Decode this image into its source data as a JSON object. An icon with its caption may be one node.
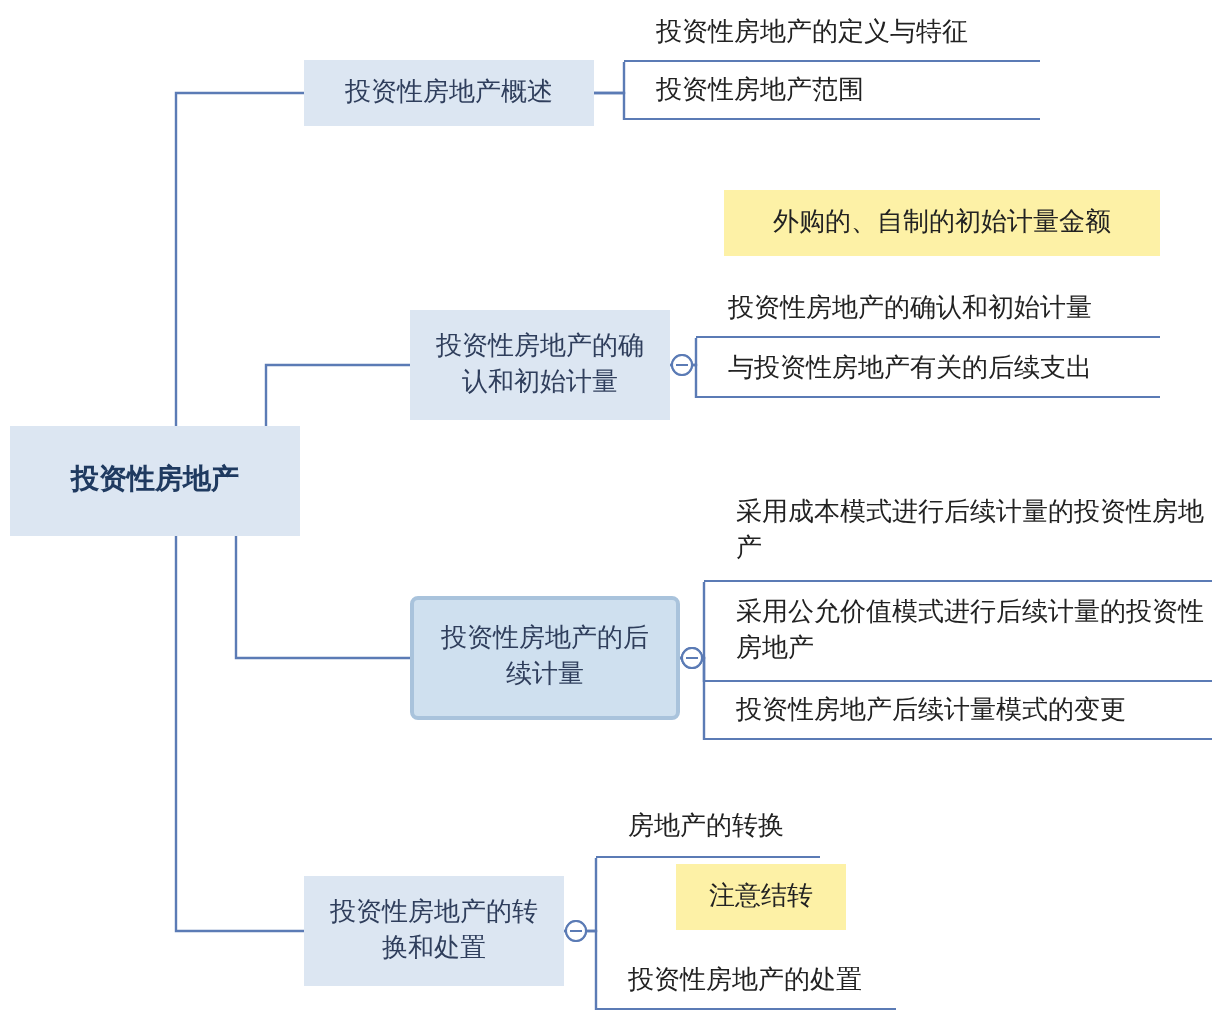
{
  "diagram": {
    "nodes": [
      {
        "text": [
          "投资性房地产"
        ]
      },
      {
        "text": [
          "投资性房地产概述"
        ]
      },
      {
        "text": [
          "投资性房地产的确认和初始计量"
        ]
      },
      {
        "text": [
          "投资性房地产的后续计量"
        ]
      },
      {
        "text": [
          "投资性房地产的转换和处置"
        ]
      },
      {
        "text": [
          "投资性房地产的定义与特征"
        ]
      },
      {
        "text": [
          "投资性房地产范围"
        ]
      },
      {
        "text": [
          "外购的、自制的初始计量金额"
        ]
      },
      {
        "text": [
          "投资性房地产的确认和初始计量"
        ]
      },
      {
        "text": [
          "与投资性房地产有关的后续支出"
        ]
      },
      {
        "text": [
          "采用成本模式进行后续计量的投资性房地产"
        ]
      },
      {
        "text": [
          "采用公允价值模式进行后续计量的投资性房地产"
        ]
      },
      {
        "text": [
          "投资性房地产后续计量模式的变更"
        ]
      },
      {
        "text": [
          "房地产的转换"
        ]
      },
      {
        "text": [
          "注意结转"
        ]
      },
      {
        "text": [
          "投资性房地产的处置"
        ]
      }
    ],
    "edges": [
      {
        "from": 0,
        "to": 1,
        "arrow": "none"
      },
      {
        "from": 0,
        "to": 2,
        "arrow": "none"
      },
      {
        "from": 0,
        "to": 3,
        "arrow": "none"
      },
      {
        "from": 0,
        "to": 4,
        "arrow": "none"
      },
      {
        "from": 1,
        "to": 5,
        "arrow": "none"
      },
      {
        "from": 1,
        "to": 6,
        "arrow": "none"
      },
      {
        "from": 2,
        "to": 8,
        "arrow": "other"
      },
      {
        "from": 2,
        "to": 9,
        "arrow": "other"
      },
      {
        "from": 3,
        "to": 10,
        "arrow": "other"
      },
      {
        "from": 3,
        "to": 11,
        "arrow": "other"
      },
      {
        "from": 3,
        "to": 12,
        "arrow": "other"
      },
      {
        "from": 4,
        "to": 13,
        "arrow": "other"
      },
      {
        "from": 4,
        "to": 15,
        "arrow": "other"
      }
    ]
  }
}
